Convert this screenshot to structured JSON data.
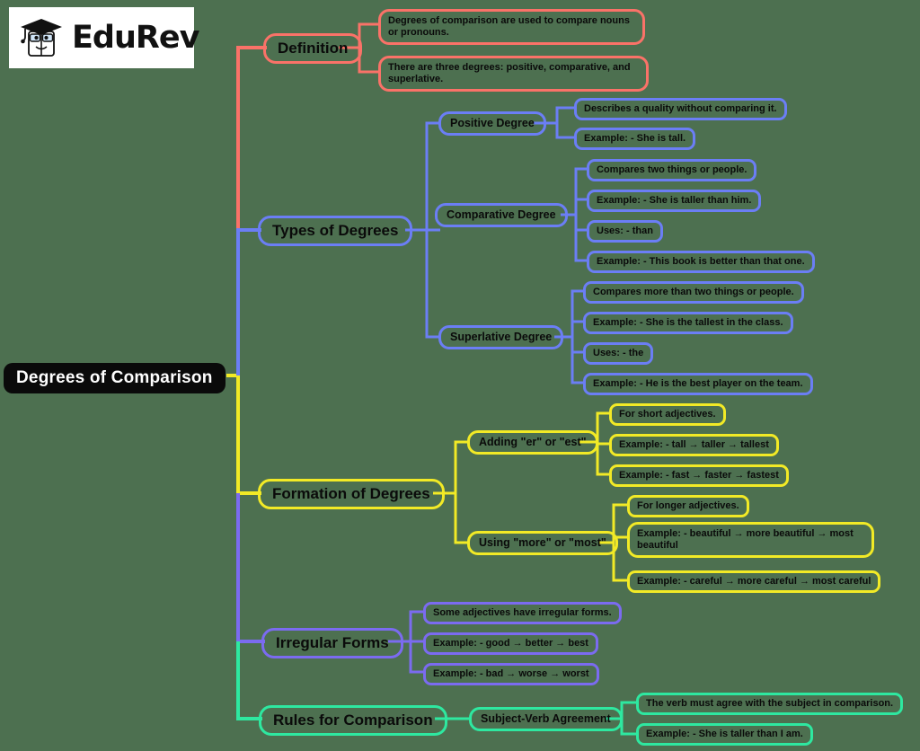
{
  "background_color": "#4d7050",
  "brand": {
    "name": "EduRev",
    "logo_icon": "graduation-cap-book-mascot-icon"
  },
  "mindmap": {
    "root": {
      "label": "Degrees of Comparison",
      "color": "#0a0a0a"
    },
    "branches": [
      {
        "label": "Definition",
        "color": "#fa7268",
        "children": [
          {
            "label": "Degrees of comparison are used to compare nouns or pronouns."
          },
          {
            "label": "There are three degrees: positive, comparative, and superlative."
          }
        ]
      },
      {
        "label": "Types of Degrees",
        "color": "#6b7ef5",
        "children": [
          {
            "label": "Positive Degree",
            "children": [
              {
                "label": "Describes a quality without comparing it."
              },
              {
                "label": "Example: - She is tall."
              }
            ]
          },
          {
            "label": "Comparative Degree",
            "children": [
              {
                "label": "Compares two things or people."
              },
              {
                "label": "Example: - She is taller than him."
              },
              {
                "label": "Uses: - than"
              },
              {
                "label": "Example: - This book is better than that one."
              }
            ]
          },
          {
            "label": "Superlative Degree",
            "children": [
              {
                "label": "Compares more than two things or people."
              },
              {
                "label": "Example: - She is the tallest in the class."
              },
              {
                "label": "Uses: - the"
              },
              {
                "label": "Example: - He is the best player on the team."
              }
            ]
          }
        ]
      },
      {
        "label": "Formation of Degrees",
        "color": "#f2ea26",
        "children": [
          {
            "label": "Adding \"er\" or \"est\"",
            "children": [
              {
                "label": "For short adjectives."
              },
              {
                "label": "Example: - tall → taller → tallest"
              },
              {
                "label": "Example: - fast → faster → fastest"
              }
            ]
          },
          {
            "label": "Using \"more\" or \"most\"",
            "children": [
              {
                "label": "For longer adjectives."
              },
              {
                "label": "Example: - beautiful → more beautiful → most beautiful"
              },
              {
                "label": "Example: - careful → more careful → most careful"
              }
            ]
          }
        ]
      },
      {
        "label": "Irregular Forms",
        "color": "#7b6bf0",
        "children": [
          {
            "label": "Some adjectives have irregular forms."
          },
          {
            "label": "Example: - good → better → best"
          },
          {
            "label": "Example: - bad → worse → worst"
          }
        ]
      },
      {
        "label": "Rules for Comparison",
        "color": "#2ee8a0",
        "children": [
          {
            "label": "Subject-Verb Agreement",
            "children": [
              {
                "label": "The verb must agree with the subject in comparison."
              },
              {
                "label": "Example: - She is taller than I am."
              }
            ]
          }
        ]
      }
    ]
  }
}
